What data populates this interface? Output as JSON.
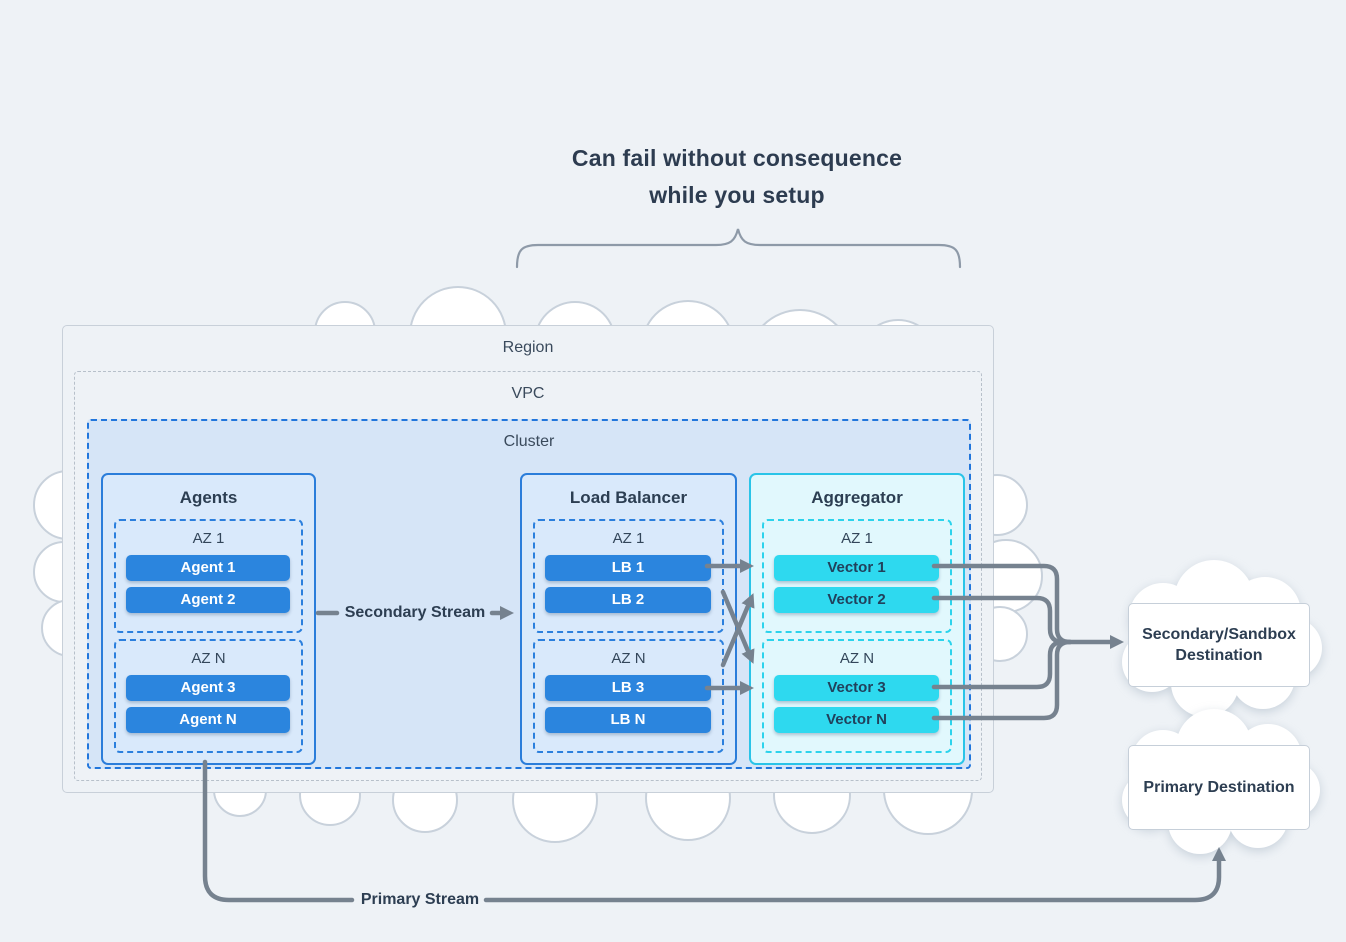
{
  "diagram_title": {
    "line1": "Can fail without consequence",
    "line2": "while you setup"
  },
  "containers": {
    "region": "Region",
    "vpc": "VPC",
    "cluster": "Cluster"
  },
  "columns": [
    {
      "title": "Agents",
      "azs": [
        {
          "label": "AZ 1",
          "nodes": [
            "Agent 1",
            "Agent 2"
          ]
        },
        {
          "label": "AZ N",
          "nodes": [
            "Agent 3",
            "Agent N"
          ]
        }
      ]
    },
    {
      "title": "Load Balancer",
      "azs": [
        {
          "label": "AZ 1",
          "nodes": [
            "LB 1",
            "LB 2"
          ]
        },
        {
          "label": "AZ N",
          "nodes": [
            "LB 3",
            "LB N"
          ]
        }
      ]
    },
    {
      "title": "Aggregator",
      "azs": [
        {
          "label": "AZ 1",
          "nodes": [
            "Vector 1",
            "Vector 2"
          ]
        },
        {
          "label": "AZ N",
          "nodes": [
            "Vector 3",
            "Vector N"
          ]
        }
      ]
    }
  ],
  "streams": {
    "secondary_label": "Secondary Stream",
    "primary_label": "Primary Stream"
  },
  "destinations": {
    "secondary_line1": "Secondary/Sandbox",
    "secondary_line2": "Destination",
    "primary": "Primary Destination"
  },
  "colors": {
    "page_bg": "#eef2f6",
    "agent_node_fill": "#2b85de",
    "vector_node_fill": "#2ed9ef",
    "cluster_fill": "#d6e5f7",
    "column_blue_fill": "#d9e9fb",
    "column_blue_border": "#2b7dda",
    "aggregator_fill": "#e1f8fd",
    "aggregator_border": "#2ac4e8",
    "stream_line": "#76828f",
    "text_dark": "#2d3c50",
    "cloud_stroke": "#c8d1db"
  }
}
